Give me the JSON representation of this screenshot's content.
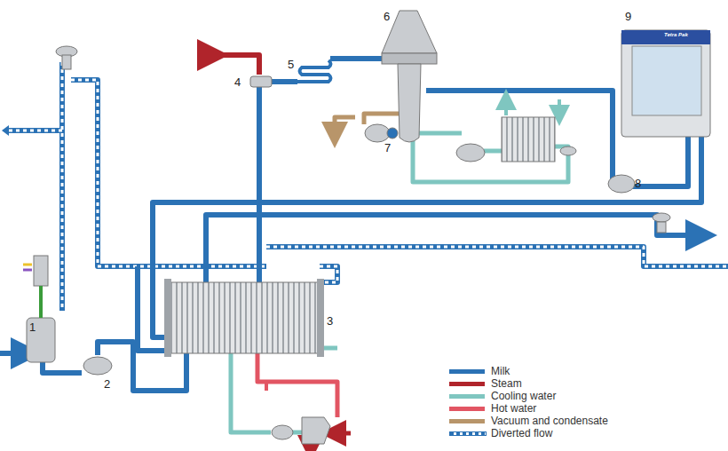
{
  "diagram": {
    "labels": [
      "1",
      "2",
      "3",
      "4",
      "5",
      "6",
      "7",
      "8",
      "9",
      "Tetra Pak"
    ],
    "legend": [
      {
        "text": "Milk",
        "color": "#2b72b5"
      },
      {
        "text": "Steam",
        "color": "#b0242b"
      },
      {
        "text": "Cooling water",
        "color": "#7fc6c0"
      },
      {
        "text": "Hot water",
        "color": "#e25563"
      },
      {
        "text": "Vacuum and condensate",
        "color": "#b8956a"
      },
      {
        "text": "Diverted flow"
      }
    ]
  }
}
